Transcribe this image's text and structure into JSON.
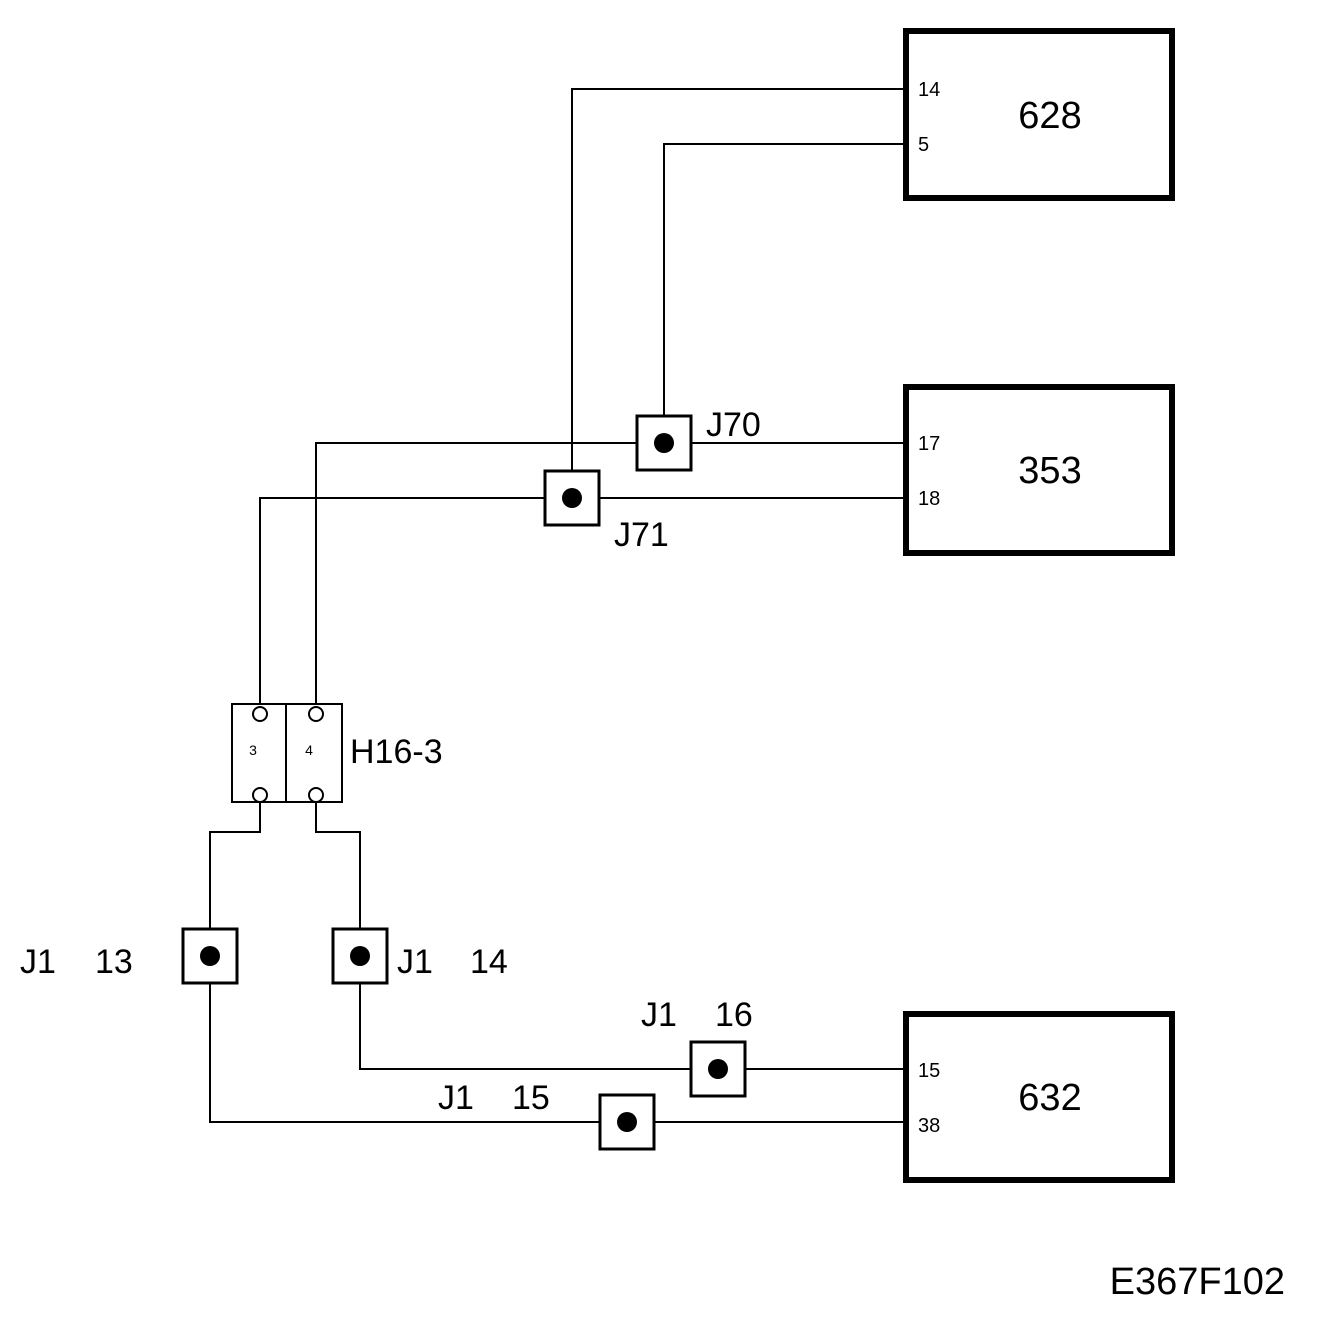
{
  "components": {
    "c628": {
      "name": "628",
      "pins": [
        "14",
        "5"
      ]
    },
    "c353": {
      "name": "353",
      "pins": [
        "17",
        "18"
      ]
    },
    "c632": {
      "name": "632",
      "pins": [
        "15",
        "38"
      ]
    }
  },
  "splice": {
    "name": "H16-3",
    "terminals": [
      "3",
      "4"
    ]
  },
  "connectors": {
    "j70": "J70",
    "j71": "J71",
    "j1_13": {
      "connector": "J1",
      "pin": "13"
    },
    "j1_14": {
      "connector": "J1",
      "pin": "14"
    },
    "j1_15": {
      "connector": "J1",
      "pin": "15"
    },
    "j1_16": {
      "connector": "J1",
      "pin": "16"
    }
  },
  "drawing_id": "E367F102"
}
